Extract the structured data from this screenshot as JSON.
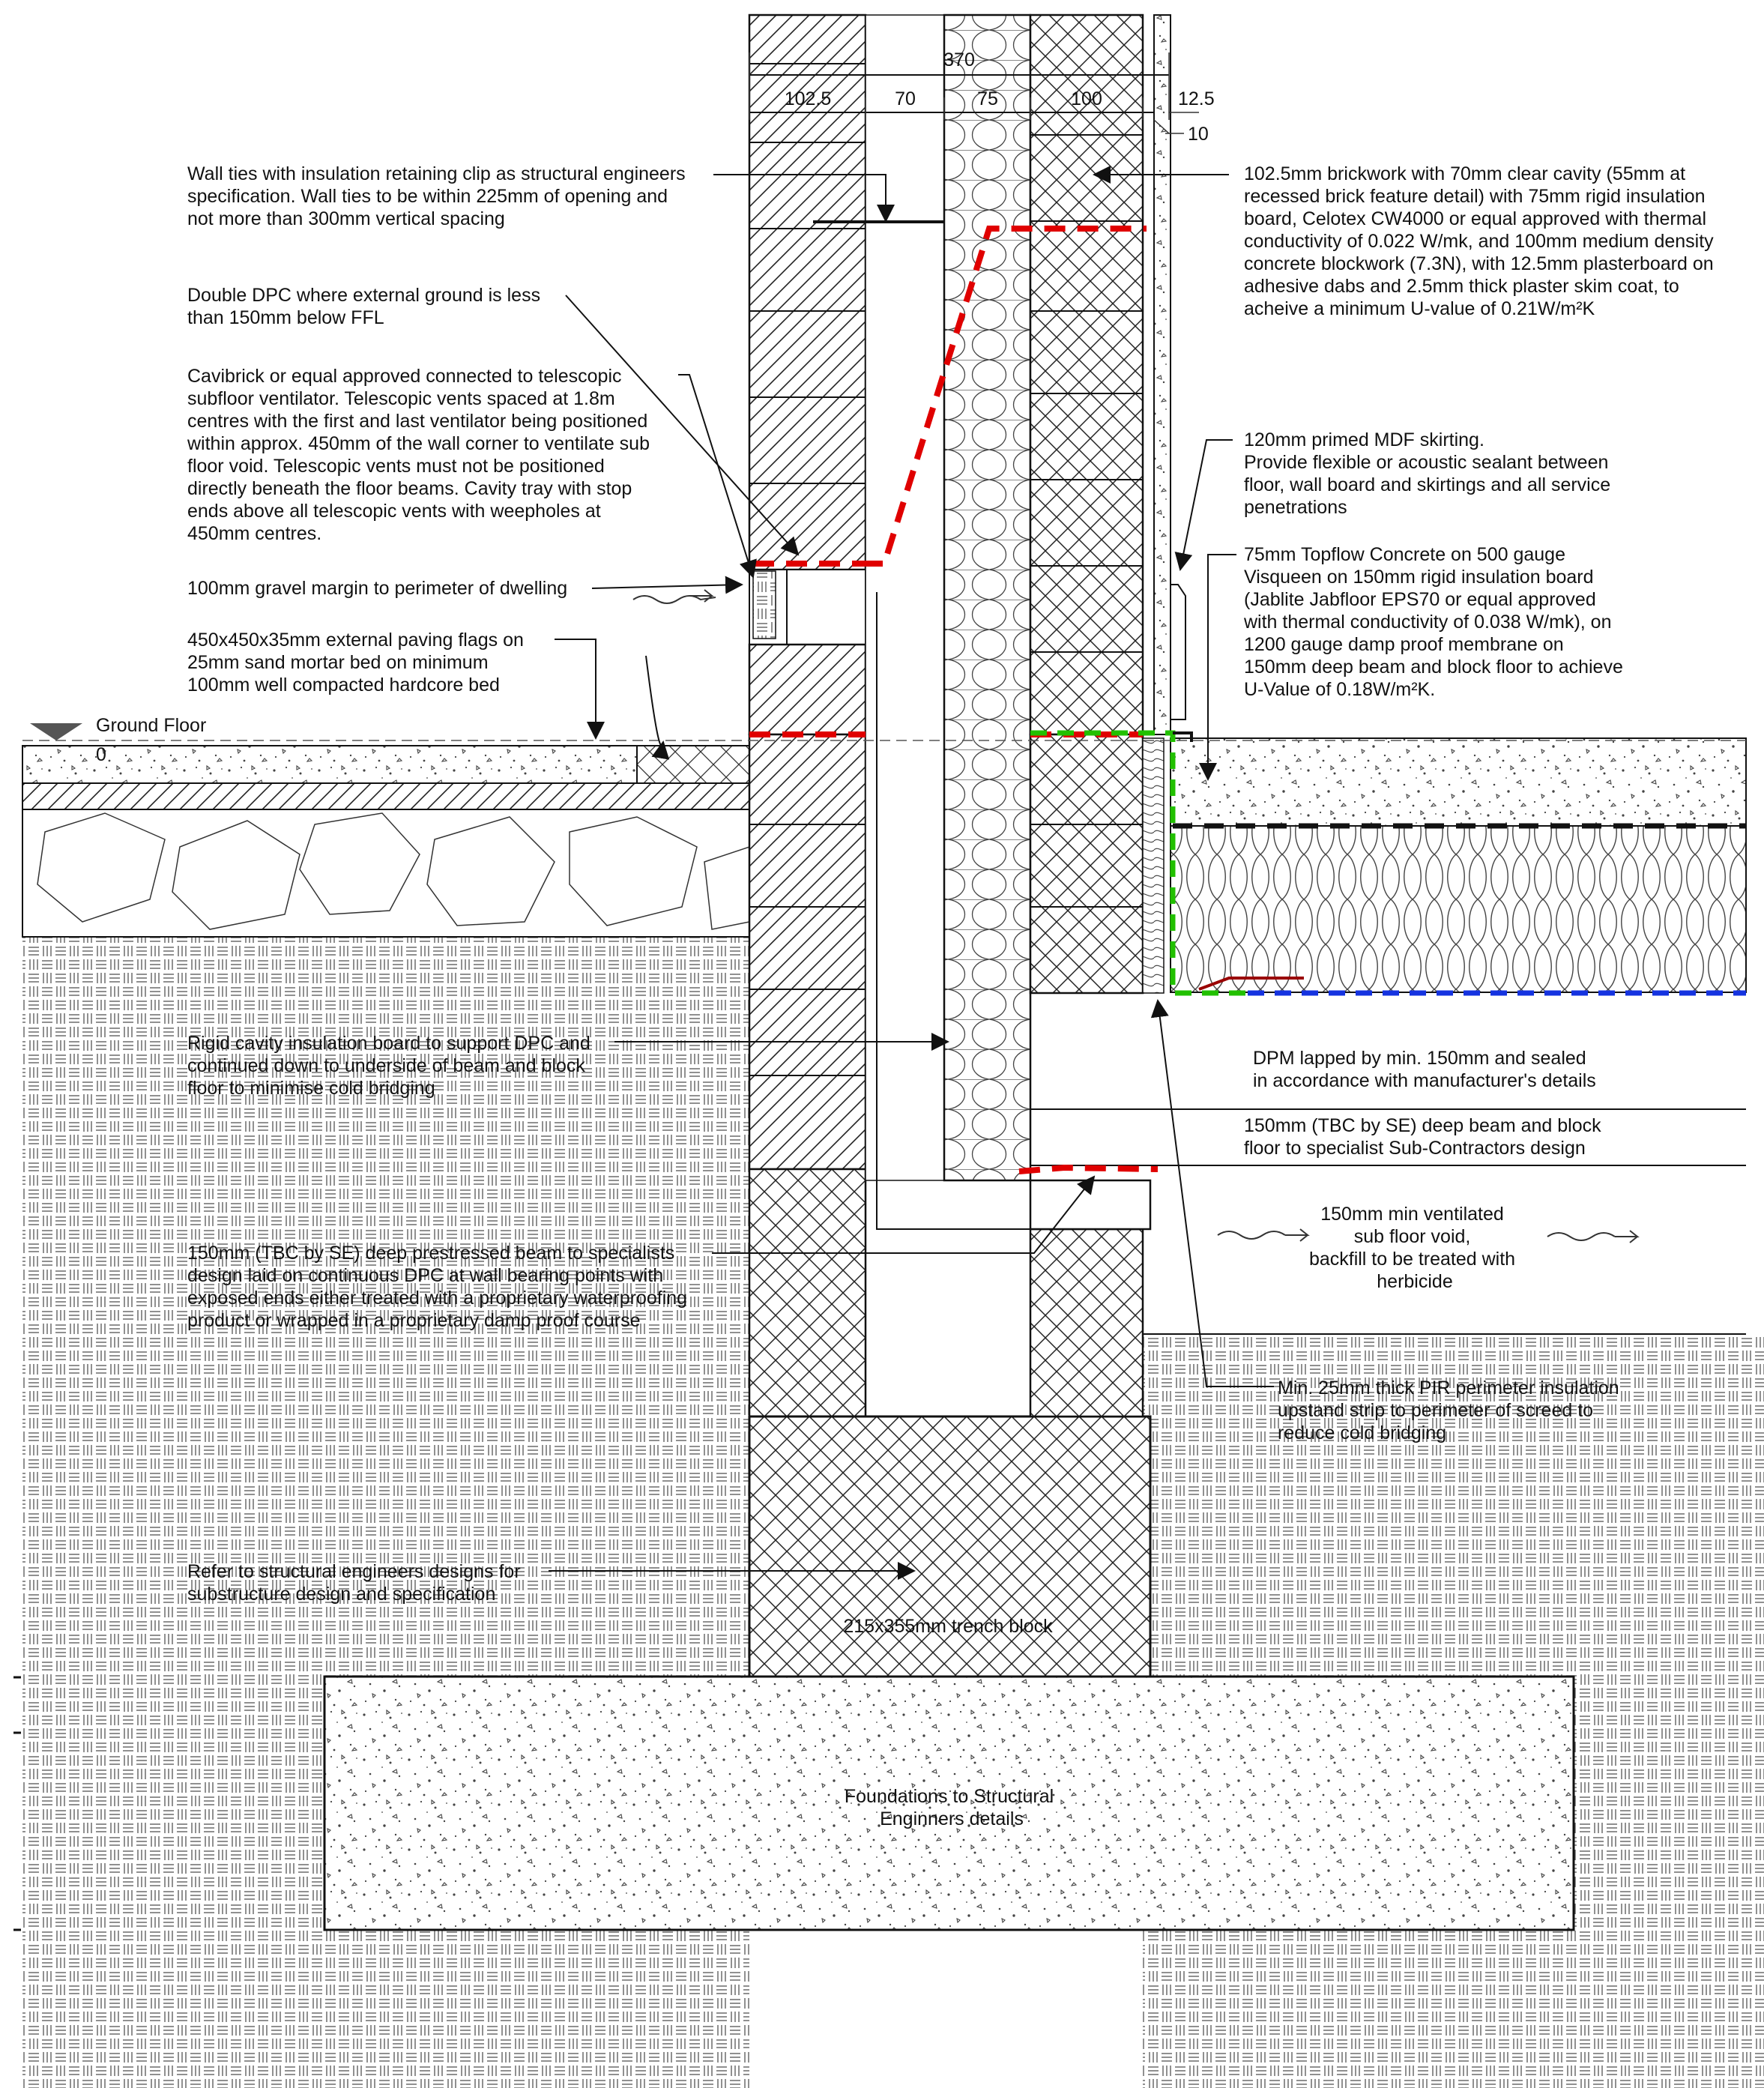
{
  "dimensions": {
    "overall": "370",
    "brick": "102.5",
    "cavity": "70",
    "insulation": "75",
    "block": "100",
    "plasterboard": "12.5",
    "skim": "10"
  },
  "level": {
    "name": "Ground Floor",
    "value": "0"
  },
  "notes": {
    "wall_ties": [
      "Wall ties with insulation retaining clip as structural engineers",
      "specification.  Wall ties to be within 225mm of opening and",
      "not more than 300mm vertical spacing"
    ],
    "double_dpc": [
      "Double DPC where external ground is less",
      "than 150mm below FFL"
    ],
    "cavibrick": [
      "Cavibrick or equal approved connected to telescopic",
      "subfloor ventilator. Telescopic vents spaced at 1.8m",
      "centres with the first and last ventilator being positioned",
      "within approx. 450mm of the wall corner to ventilate sub",
      "floor void.  Telescopic vents must not be positioned",
      "directly beneath the floor beams. Cavity tray with stop",
      "ends above all telescopic vents with weepholes at",
      "450mm centres."
    ],
    "gravel": [
      "100mm gravel margin to perimeter of dwelling"
    ],
    "paving": [
      "450x450x35mm external paving flags on",
      "25mm sand mortar bed on minimum",
      "100mm well compacted hardcore bed"
    ],
    "rigid_cavity": [
      "Rigid cavity insulation board to support DPC and",
      "continued down to underside of beam and block",
      "floor to minimise cold bridging"
    ],
    "beam": [
      "150mm (TBC by SE) deep prestressed beam to specialists",
      "design laid on continuous DPC at wall bearing points with",
      "exposed ends either treated with a proprietary waterproofing",
      "product or wrapped in a proprietary damp proof course"
    ],
    "refer": [
      "Refer to structural engineers designs for",
      "substructure design and specification"
    ],
    "trench_block": [
      "215x355mm trench block"
    ],
    "foundations": [
      "Foundations to Structural",
      "Enginners details"
    ],
    "wall_build": [
      "102.5mm brickwork with 70mm clear cavity (55mm at",
      "recessed brick feature detail) with 75mm rigid insulation",
      "board, Celotex CW4000 or equal approved with thermal",
      "conductivity of 0.022 W/mk, and 100mm medium density",
      "concrete blockwork (7.3N), with 12.5mm plasterboard on",
      "adhesive dabs and 2.5mm thick plaster skim coat, to",
      "acheive a minimum U-value of 0.21W/m²K"
    ],
    "skirting": [
      "120mm primed MDF skirting.",
      "Provide flexible or acoustic sealant between",
      "floor, wall board and skirtings and all service",
      "penetrations"
    ],
    "floor_build": [
      "75mm Topflow Concrete on 500 gauge",
      "Visqueen on 150mm rigid insulation board",
      "(Jablite Jabfloor EPS70 or equal approved",
      "with thermal conductivity of 0.038 W/mk), on",
      "1200 gauge damp proof membrane on",
      "150mm deep beam and block floor to achieve",
      "U-Value of 0.18W/m²K."
    ],
    "dpm_lap": [
      "DPM lapped by min. 150mm and sealed",
      "in accordance with manufacturer's details"
    ],
    "beam_block": [
      "150mm (TBC by SE) deep beam and block",
      "floor to specialist Sub-Contractors design"
    ],
    "void": [
      "150mm min ventilated",
      "sub floor void,",
      "backfill to be treated with",
      "herbicide"
    ],
    "pir": [
      "Min. 25mm thick PIR perimeter insulation",
      "upstand strip to perimeter of screed to",
      "reduce cold bridging"
    ]
  },
  "colors": {
    "dpc": "#e00000",
    "perimeter_insulation": "#22c000",
    "dpm": "#1533e0",
    "visqueen": "#111111",
    "line": "#111111"
  }
}
